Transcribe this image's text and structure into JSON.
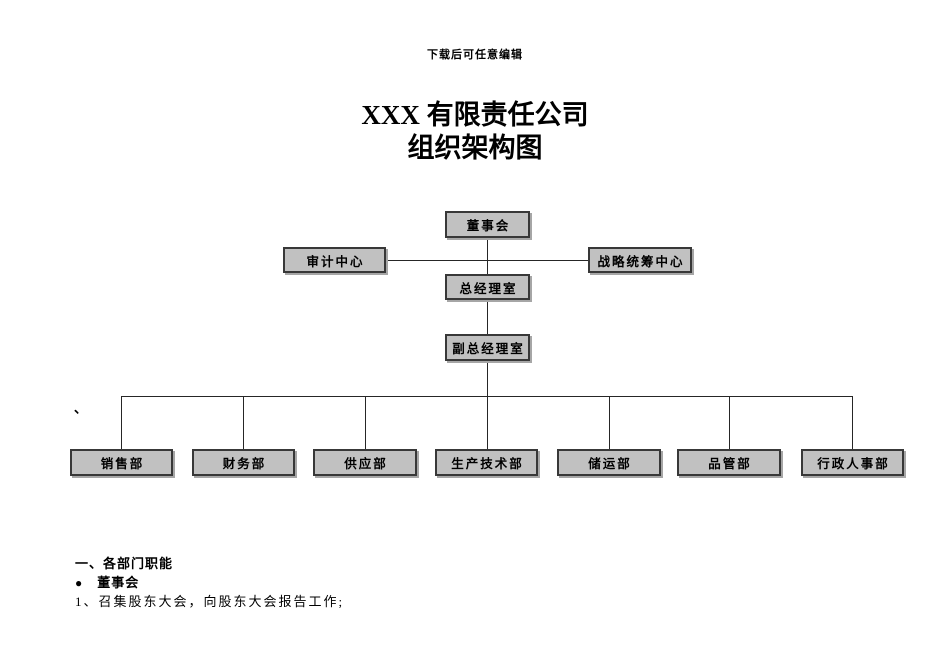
{
  "page": {
    "header_note": "下载后可任意编辑",
    "title_line1": "XXX 有限责任公司",
    "title_line2": "组织架构图"
  },
  "org_chart": {
    "nodes": [
      {
        "id": "board",
        "label": "董事会"
      },
      {
        "id": "audit-center",
        "label": "审计中心"
      },
      {
        "id": "strategy-center",
        "label": "战略统筹中心"
      },
      {
        "id": "gm-office",
        "label": "总经理室"
      },
      {
        "id": "deputy-gm-office",
        "label": "副总经理室"
      },
      {
        "id": "sales-dept",
        "label": "销售部"
      },
      {
        "id": "finance-dept",
        "label": "财务部"
      },
      {
        "id": "supply-dept",
        "label": "供应部"
      },
      {
        "id": "production-tech-dept",
        "label": "生产技术部"
      },
      {
        "id": "storage-transport-dept",
        "label": "储运部"
      },
      {
        "id": "quality-dept",
        "label": "品管部"
      },
      {
        "id": "admin-hr-dept",
        "label": "行政人事部"
      }
    ],
    "stray_mark": "、"
  },
  "body_text": {
    "section_heading": "一、各部门职能",
    "bullet": "●",
    "bullet_heading": "董事会",
    "list_item_1": "1、召集股东大会，向股东大会报告工作;"
  },
  "colors": {
    "box_fill": "#c1c1c1",
    "box_border": "#383838",
    "box_shadow": "#a6a6a6",
    "connector_line": "#262626",
    "page_background": "#ffffff"
  }
}
